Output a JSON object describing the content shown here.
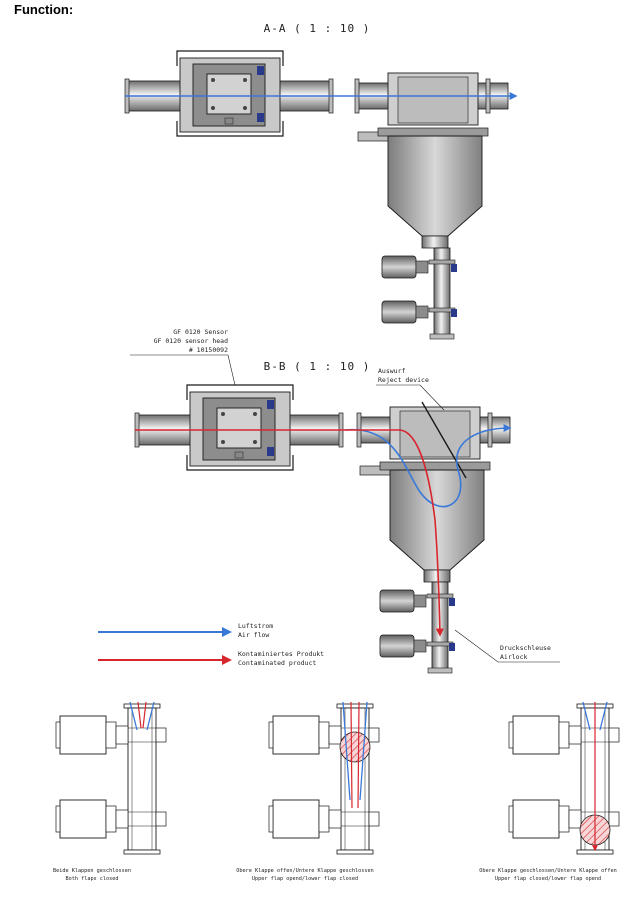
{
  "heading": "Function:",
  "section_aa": "A-A ( 1 : 10 )",
  "section_bb": "B-B ( 1 : 10 )",
  "sensor": {
    "line1": "GF 0120 Sensor",
    "line2": "GF 0120 sensor head",
    "line3": "# 10150092"
  },
  "reject": {
    "de": "Auswurf",
    "en": "Reject device"
  },
  "airlock": {
    "de": "Druckschleuse",
    "en": "Airlock"
  },
  "legend": {
    "air_de": "Luftstrom",
    "air_en": "Air flow",
    "prod_de": "Kontaminiertes Produkt",
    "prod_en": "Contaminated product"
  },
  "captions": [
    {
      "de": "Beide Klappen geschlossen",
      "en": "Both flaps closed"
    },
    {
      "de": "Obere Klappe offen/Untere Klappe geschlossen",
      "en": "Upper flap opend/lower flap closed"
    },
    {
      "de": "Obere Klappe geschlossen/Untere Klappe offen",
      "en": "Upper flap closed/lower flap opend"
    }
  ],
  "colors": {
    "air": "#3a78d8",
    "product": "#d8262e",
    "metal": "#a9a9a9",
    "line": "#1a1a1a"
  }
}
